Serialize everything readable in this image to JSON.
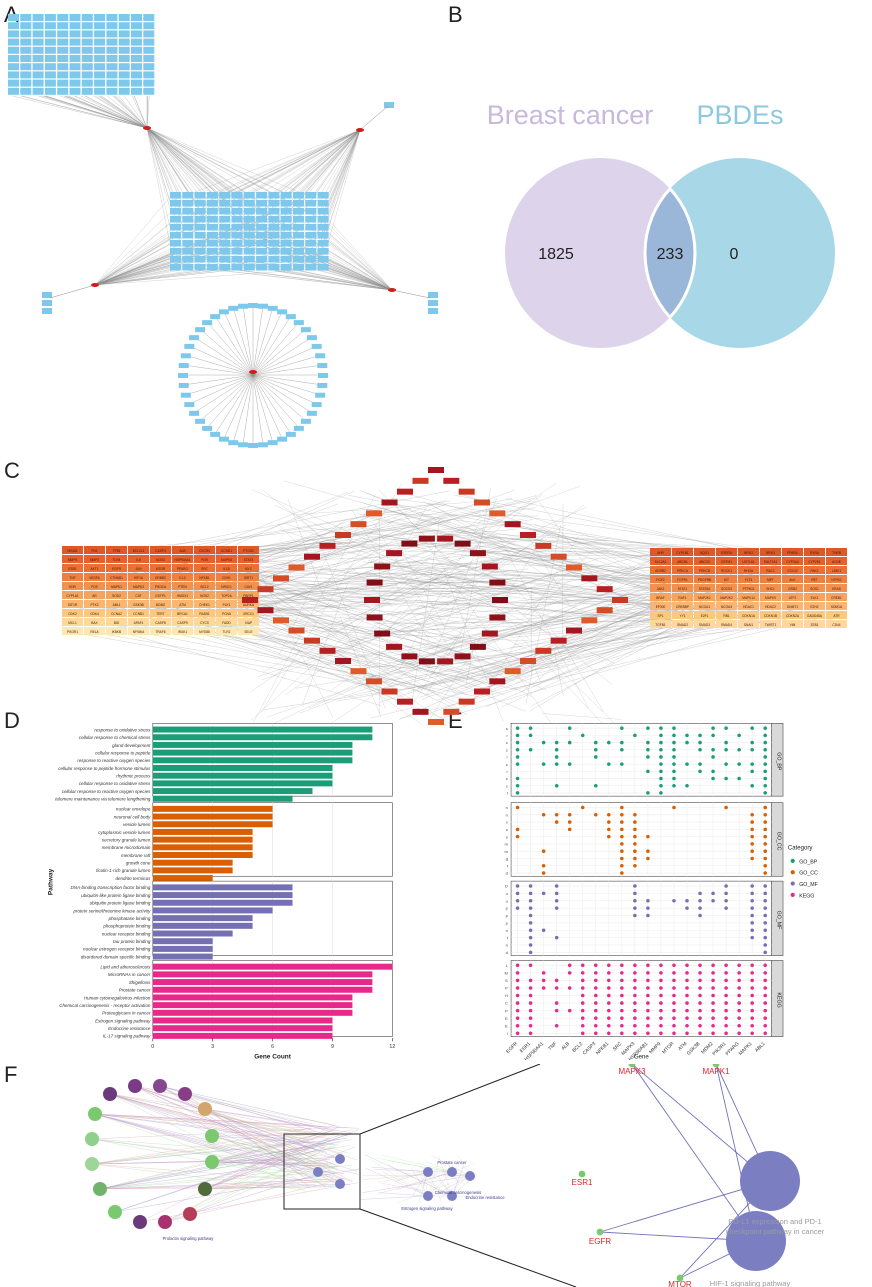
{
  "panels": {
    "a": "A",
    "b": "B",
    "c": "C",
    "d": "D",
    "e": "E",
    "f": "F"
  },
  "colors": {
    "node_blue": "#7ec8ec",
    "hub_red": "#d7191c",
    "edge_gray": "#8c8c8c",
    "venn_left": "#ddd3ea",
    "venn_right": "#a8d8e8",
    "venn_overlap": "#9ab6d8",
    "bp": "#1b9e77",
    "cc": "#d95f02",
    "mf": "#7570b3",
    "kegg": "#e7298a",
    "cnet_node": "#7b7fc2",
    "cnet_gene": "#7bc96f",
    "cnet_label": "#e0252a"
  },
  "venn": {
    "left_label": "Breast cancer",
    "right_label": "PBDEs",
    "left_only": "1825",
    "overlap": "233",
    "right_only": "0"
  },
  "chart_data": [
    {
      "type": "bar",
      "title": "",
      "xlabel": "Gene Count",
      "ylabel": "Pathway",
      "xlim": [
        0,
        12
      ],
      "x_ticks": [
        "0",
        "3",
        "6",
        "9",
        "12"
      ],
      "grid": true,
      "groups": [
        {
          "name": "GO_BP",
          "categories": [
            "response to oxidative stress",
            "cellular response to chemical stress",
            "gland development",
            "cellular response to peptide",
            "response to reactive oxygen species",
            "cellular response to peptide hormone stimulus",
            "rhythmic process",
            "cellular response to oxidative stress",
            "cellular response to reactive oxygen species",
            "telomere maintenance via telomere lengthening"
          ],
          "values": [
            11,
            11,
            10,
            10,
            10,
            9,
            9,
            9,
            8,
            7
          ]
        },
        {
          "name": "GO_CC",
          "categories": [
            "nuclear envelope",
            "neuronal cell body",
            "vesicle lumen",
            "cytoplasmic vesicle lumen",
            "secretory granule lumen",
            "membrane microdomain",
            "membrane raft",
            "growth cone",
            "ficolin-1-rich granule lumen",
            "dendrite terminus"
          ],
          "values": [
            6,
            6,
            6,
            5,
            5,
            5,
            5,
            4,
            4,
            3
          ]
        },
        {
          "name": "GO_MF",
          "categories": [
            "DNA-binding transcription factor binding",
            "ubiquitin-like protein ligase binding",
            "ubiquitin protein ligase binding",
            "protein serine/threonine kinase activity",
            "phosphatase binding",
            "phosphoprotein binding",
            "nuclear receptor binding",
            "tau protein binding",
            "nuclear estrogen receptor binding",
            "disordered domain specific binding"
          ],
          "values": [
            7,
            7,
            7,
            6,
            5,
            5,
            4,
            3,
            3,
            3
          ]
        },
        {
          "name": "KEGG",
          "categories": [
            "Lipid and atherosclerosis",
            "MicroRNAs in cancer",
            "Shigellosis",
            "Prostate cancer",
            "Human cytomegalovirus infection",
            "Chemical carcinogenesis - receptor activation",
            "Proteoglycans in cancer",
            "Estrogen signaling pathway",
            "Endocrine resistance",
            "IL-17 signaling pathway"
          ],
          "values": [
            12,
            11,
            11,
            11,
            10,
            10,
            10,
            9,
            9,
            9
          ]
        }
      ]
    },
    {
      "type": "scatter",
      "title": "",
      "xlabel": "Gene",
      "ylabel": "",
      "genes": [
        "EGFR",
        "ESR1",
        "HSP90AA1",
        "TNF",
        "ALB",
        "BCL2",
        "CASP3",
        "NFKB1",
        "SRC",
        "MAPK3",
        "HSP90AB1",
        "MMP9",
        "MTOR",
        "ATM",
        "GSK3B",
        "MDM2",
        "PIK3R1",
        "PPARG",
        "MAPK1",
        "ABL1"
      ],
      "legend_title": "Category",
      "legend_position": "right",
      "series": [
        {
          "name": "GO_BP",
          "rows": [
            "s",
            "r",
            "c",
            "c",
            "r",
            "c",
            "r",
            "c",
            "c",
            "t"
          ],
          "points": [
            [
              0,
              1,
              2,
              3,
              4,
              5,
              7,
              8,
              9
            ],
            [
              0,
              1,
              3
            ],
            [
              2,
              5
            ],
            [
              2,
              3,
              4,
              5,
              8
            ],
            [
              0,
              2,
              5
            ],
            [
              1
            ],
            [
              2,
              3,
              4,
              8
            ],
            [
              2,
              5
            ],
            [
              0,
              2,
              3,
              5
            ],
            [
              1
            ],
            [
              0,
              2,
              3,
              4,
              6,
              9
            ],
            [
              0,
              1,
              2,
              3,
              4,
              5,
              6,
              7,
              8,
              9
            ],
            [
              0,
              1,
              2,
              3,
              4,
              5,
              6,
              7,
              8
            ],
            [
              1,
              2,
              5,
              8
            ],
            [
              1,
              2,
              3,
              5,
              6
            ],
            [
              0,
              1,
              3,
              4,
              6,
              7
            ],
            [
              0,
              2,
              3,
              5,
              7
            ],
            [
              1,
              3,
              5,
              7
            ],
            [
              0,
              2,
              3,
              5,
              6,
              8
            ],
            [
              0,
              1,
              2,
              3,
              4,
              5,
              6,
              7,
              8,
              9
            ]
          ]
        },
        {
          "name": "GO_CC",
          "rows": [
            "n",
            "n",
            "v",
            "c",
            "s",
            "m",
            "m",
            "g",
            "f",
            "d"
          ],
          "points": [
            [
              0,
              3,
              4
            ],
            [],
            [
              1,
              6,
              8,
              9
            ],
            [
              1,
              2
            ],
            [
              1,
              2,
              3
            ],
            [
              0
            ],
            [
              1
            ],
            [
              1,
              2,
              3,
              4
            ],
            [
              0,
              1,
              2,
              3,
              4,
              5,
              6,
              7,
              8,
              9
            ],
            [
              1,
              2,
              3,
              4,
              5,
              6,
              7,
              8
            ],
            [
              4,
              6,
              7
            ],
            [],
            [
              0
            ],
            [],
            [],
            [],
            [
              0
            ],
            [],
            [
              1,
              2,
              3,
              4,
              5,
              6,
              7
            ],
            [
              0,
              1,
              2,
              3,
              4,
              5,
              6,
              7,
              8,
              9
            ]
          ]
        },
        {
          "name": "GO_MF",
          "rows": [
            "D",
            "u",
            "u",
            "p",
            "p",
            "p",
            "n",
            "t",
            "n",
            "d"
          ],
          "points": [
            [
              0,
              1,
              2,
              3
            ],
            [
              0,
              1,
              2,
              3,
              4,
              5,
              6,
              7,
              8,
              9
            ],
            [
              1,
              6
            ],
            [
              0,
              1,
              2,
              3,
              7
            ],
            [],
            [],
            [],
            [],
            [],
            [
              0,
              1,
              2,
              3,
              4
            ],
            [
              2,
              3,
              4
            ],
            [],
            [
              2
            ],
            [
              2,
              3
            ],
            [
              1,
              2,
              3,
              4
            ],
            [
              1,
              2
            ],
            [
              0,
              1,
              2,
              3
            ],
            [],
            [
              0,
              1,
              2,
              3,
              4,
              5,
              6,
              7
            ],
            [
              0,
              1,
              2,
              3,
              4,
              5,
              6,
              7,
              8,
              9
            ]
          ]
        },
        {
          "name": "KEGG",
          "rows": [
            "L",
            "M",
            "S",
            "P",
            "H",
            "C",
            "P",
            "E",
            "E",
            "I"
          ],
          "points": [
            [
              0,
              1,
              2,
              3,
              4,
              5,
              6,
              7,
              8,
              9
            ],
            [
              0,
              2,
              3,
              4,
              5,
              6,
              7,
              8,
              9
            ],
            [
              1,
              2,
              3
            ],
            [
              2,
              3,
              5,
              6,
              8
            ],
            [
              0,
              1,
              3,
              6
            ],
            [
              0,
              1,
              2,
              3,
              4,
              5,
              6,
              7,
              8,
              9
            ],
            [
              0,
              1,
              2,
              3,
              4,
              5,
              6,
              7,
              8,
              9
            ],
            [
              0,
              1,
              2,
              3,
              4,
              5,
              6,
              7,
              8,
              9
            ],
            [
              0,
              1,
              2,
              3,
              4,
              5,
              6,
              7,
              8,
              9
            ],
            [
              0,
              1,
              2,
              3,
              4,
              5,
              6,
              7,
              8,
              9
            ],
            [
              0,
              1,
              2,
              3,
              4,
              5,
              6,
              7,
              8,
              9
            ],
            [
              0,
              1,
              2,
              3,
              4,
              5,
              6,
              7,
              8,
              9
            ],
            [
              0,
              1,
              2,
              3,
              4,
              5,
              6,
              7,
              8,
              9
            ],
            [
              0,
              1,
              2,
              3,
              4,
              5,
              6,
              7,
              8,
              9
            ],
            [
              0,
              1,
              2,
              3,
              4,
              5,
              6,
              7,
              8,
              9
            ],
            [
              0,
              1,
              2,
              3,
              4,
              5,
              6,
              7,
              8,
              9
            ],
            [
              0,
              1,
              2,
              3,
              4,
              5,
              6,
              7,
              8,
              9
            ],
            [
              0,
              1,
              2,
              3,
              4,
              5,
              6,
              7,
              8,
              9
            ],
            [
              0,
              1,
              2,
              3,
              4,
              5,
              6,
              7,
              8,
              9
            ],
            [
              0,
              1,
              2,
              3,
              4,
              5,
              6,
              7,
              8,
              9
            ]
          ]
        }
      ]
    }
  ],
  "cnet_zoom": {
    "pathways": [
      "PD-L1 expression and PD-1 checkpoint pathway in cancer",
      "HIF-1 signaling pathway"
    ],
    "genes": [
      "MAPK3",
      "MAPK1",
      "ESR1",
      "EGFR",
      "MTOR"
    ]
  },
  "cnet_overview": {
    "labels": [
      "Prostate cancer",
      "Estrogen signaling pathway",
      "Chemical carcinogenesis",
      "Endocrine resistance",
      "Prolactin signaling pathway"
    ]
  },
  "network_c": {
    "left_grid": [
      [
        "NR4A1",
        "FN1",
        "TP53",
        "BCL2L1",
        "CASP3",
        "ALB",
        "CXCR4",
        "CCND1",
        "PTGS2"
      ],
      [
        "MMP9",
        "MMP2",
        "TLR4",
        "IL6",
        "NOS3",
        "HSP90AA1",
        "PGR",
        "MAPK8",
        "STAT3"
      ],
      [
        "ESR1",
        "AKT1",
        "EGFR",
        "JUN",
        "MTOR",
        "PPARG",
        "SRC",
        "IL1B",
        "MYC"
      ],
      [
        "TNF",
        "VEGFA",
        "CTNNB1",
        "HIF1A",
        "ERBB2",
        "IL10",
        "NFKB1",
        "CDH1",
        "SIRT1"
      ],
      [
        "KDR",
        "FOS",
        "MAPK1",
        "MAPK3",
        "PIK3CA",
        "PTEN",
        "BCL2",
        "NR3C1",
        "CAV1"
      ],
      [
        "CYP1A1",
        "AR",
        "SOD2",
        "CAT",
        "GSTP1",
        "HMOX1",
        "NOS2",
        "TOP2A",
        "PARP1"
      ],
      [
        "IGF1R",
        "PTK2",
        "ABL1",
        "GSK3B",
        "MDM2",
        "ATM",
        "CHEK1",
        "PLK1",
        "AURKA"
      ],
      [
        "CDK2",
        "CDK4",
        "CCNA2",
        "CCNB1",
        "TERT",
        "BRCA1",
        "RAD51",
        "PCNA",
        "XRCC1"
      ],
      [
        "MCL1",
        "BAX",
        "BID",
        "APAF1",
        "CASP8",
        "CASP9",
        "CYCS",
        "FADD",
        "XIAP"
      ],
      [
        "PIK3R1",
        "RELA",
        "IKBKB",
        "NFKBIA",
        "TRAF6",
        "IRAK1",
        "MYD88",
        "TLR2",
        "SELE"
      ]
    ],
    "right_grid": [
      [
        "AHR",
        "CYP1B1",
        "NQO1",
        "ESRRA",
        "NR1I2",
        "NR1I3",
        "PPARA",
        "RXRA",
        "THRB"
      ],
      [
        "SLC2A1",
        "ABCB1",
        "ABCG2",
        "GSTM1",
        "UGT1A1",
        "SULT1A1",
        "CYP3A4",
        "CYP2E1",
        "ACHE"
      ],
      [
        "ADRB2",
        "PRKCA",
        "PRKCB",
        "ROCK1",
        "RHOA",
        "RAC1",
        "CDC42",
        "PAK1",
        "LIMK1"
      ],
      [
        "FGF2",
        "FGFR1",
        "PDGFRB",
        "KIT",
        "FLT3",
        "MET",
        "ALK",
        "RET",
        "NTRK1"
      ],
      [
        "JAK2",
        "STAT1",
        "STAT5A",
        "SOCS3",
        "PTPN11",
        "SHC1",
        "GRB2",
        "SOS1",
        "KRAS"
      ],
      [
        "BRAF",
        "RAF1",
        "MAP2K1",
        "MAP2K2",
        "MAPK14",
        "MAPK9",
        "ATF2",
        "ELK1",
        "CREB1"
      ],
      [
        "EP300",
        "CREBBP",
        "NCOA1",
        "NCOA3",
        "HDAC1",
        "HDAC2",
        "DNMT1",
        "EZH2",
        "KDM1A"
      ],
      [
        "SP1",
        "YY1",
        "E2F1",
        "RB1",
        "CDKN1A",
        "CDKN1B",
        "CDKN2A",
        "GADD45A",
        "ATR"
      ],
      [
        "TGFB1",
        "SMAD2",
        "SMAD3",
        "SMAD4",
        "SNAI1",
        "TWIST1",
        "VIM",
        "ZEB1",
        "CD44"
      ]
    ]
  }
}
